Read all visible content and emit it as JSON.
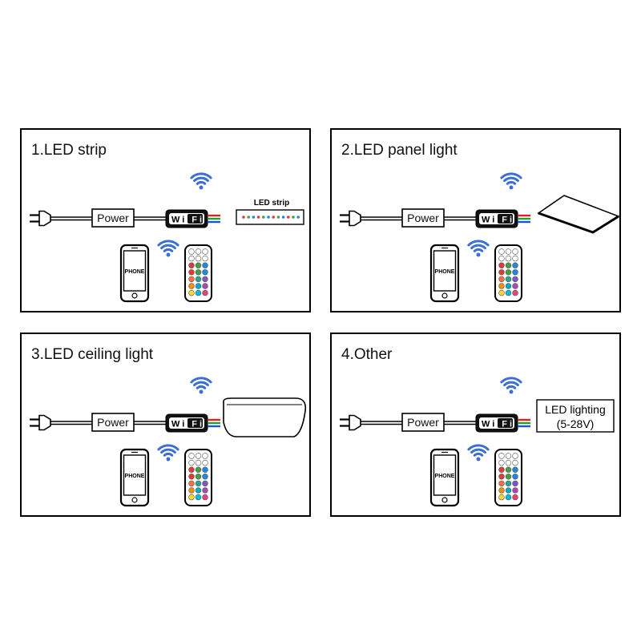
{
  "panels": [
    {
      "title": "1.LED strip",
      "power_label": "Power",
      "wifi_label": "Wi Fi",
      "phone_label": "PHONE",
      "load": "strip",
      "load_label": "LED strip"
    },
    {
      "title": "2.LED panel light",
      "power_label": "Power",
      "wifi_label": "Wi Fi",
      "phone_label": "PHONE",
      "load": "panel"
    },
    {
      "title": "3.LED ceiling light",
      "power_label": "Power",
      "wifi_label": "Wi Fi",
      "phone_label": "PHONE",
      "load": "ceiling"
    },
    {
      "title": "4.Other",
      "power_label": "Power",
      "wifi_label": "Wi Fi",
      "phone_label": "PHONE",
      "load": "other",
      "load_label_line1": "LED lighting",
      "load_label_line2": "(5-28V)"
    }
  ],
  "colors": {
    "signal_blue": "#3b6fd6",
    "wire_red": "#e02020",
    "wire_green": "#1aa52a",
    "wire_blue": "#2050e0",
    "outline": "#000000"
  },
  "remote_button_colors": [
    [
      "#ffffff",
      "#ffffff",
      "#ffffff"
    ],
    [
      "#ffffff",
      "#ffffff",
      "#ffffff"
    ],
    [
      "#e53935",
      "#43a047",
      "#1e88e5"
    ],
    [
      "#e53935",
      "#43a047",
      "#1e88e5"
    ],
    [
      "#ff7043",
      "#26a69a",
      "#7e57c2"
    ],
    [
      "#fb8c00",
      "#00acc1",
      "#ab47bc"
    ],
    [
      "#fdd835",
      "#00bcd4",
      "#ec407a"
    ]
  ],
  "strip_dot_colors": [
    "#e53935",
    "#43a047",
    "#1e88e5",
    "#e53935",
    "#43a047",
    "#1e88e5",
    "#e53935",
    "#43a047",
    "#1e88e5",
    "#e53935",
    "#43a047",
    "#1e88e5"
  ]
}
